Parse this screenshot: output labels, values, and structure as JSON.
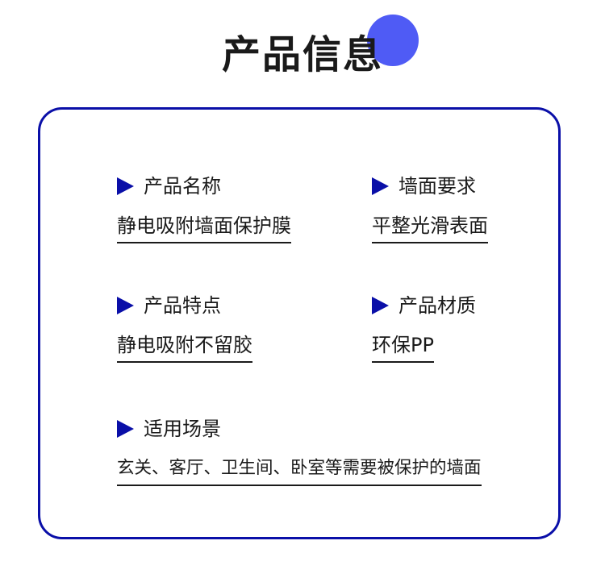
{
  "header": {
    "title": "产品信息",
    "accent_color": "#4f5bf5"
  },
  "card": {
    "border_color": "#0a0fa8",
    "items": [
      {
        "label": "产品名称",
        "value": "静电吸附墙面保护膜"
      },
      {
        "label": "墙面要求",
        "value": "平整光滑表面"
      },
      {
        "label": "产品特点",
        "value": "静电吸附不留胶"
      },
      {
        "label": "产品材质",
        "value": "环保PP"
      },
      {
        "label": "适用场景",
        "value": "玄关、客厅、卫生间、卧室等需要被保护的墙面"
      }
    ]
  },
  "icons": {
    "bullet": "triangle-right-icon"
  }
}
